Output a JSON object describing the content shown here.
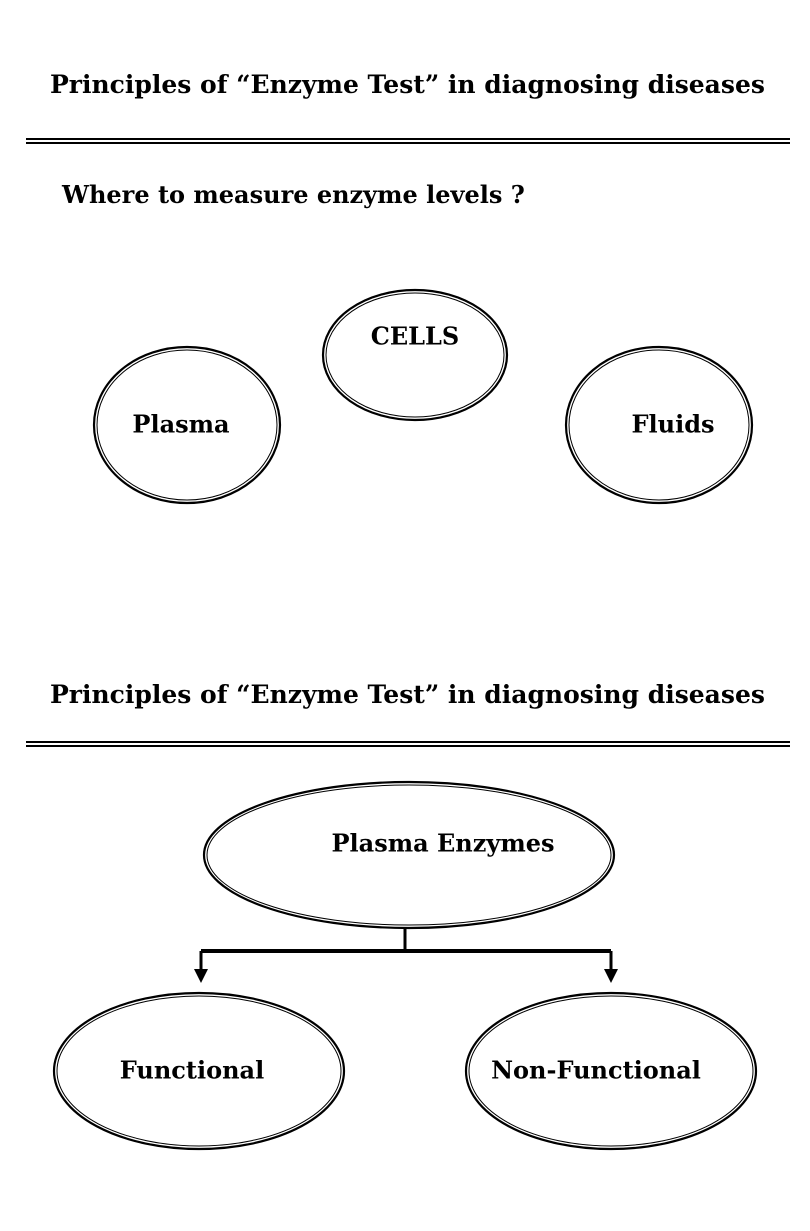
{
  "slides": [
    {
      "heading": "Principles of  “Enzyme Test” in diagnosing diseases",
      "subheading": "Where to measure enzyme levels ?",
      "nodes": {
        "cells": "CELLS",
        "plasma": "Plasma",
        "fluids": "Fluids"
      }
    },
    {
      "heading": "Principles of  “Enzyme Test” in diagnosing diseases",
      "nodes": {
        "plasma_enzymes": "Plasma Enzymes",
        "functional": "Functional",
        "non_functional": "Non-Functional"
      }
    }
  ]
}
